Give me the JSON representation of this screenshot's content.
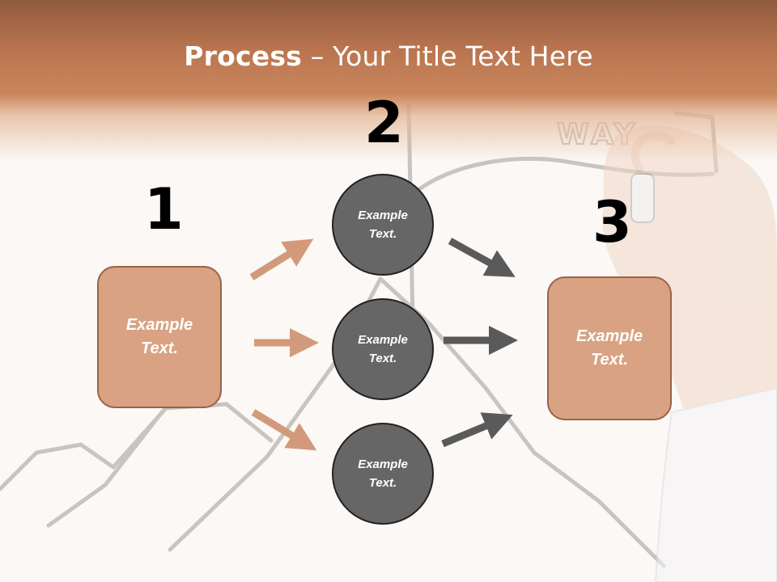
{
  "slide": {
    "title_bold": "Process",
    "title_rest": " – Your Title Text Here",
    "sketch_text": "WAY",
    "steps": [
      {
        "number": "1",
        "box_text": [
          "Example",
          "Text."
        ]
      },
      {
        "number": "2",
        "circles": [
          {
            "text": [
              "Example",
              "Text."
            ]
          },
          {
            "text": [
              "Example",
              "Text."
            ]
          },
          {
            "text": [
              "Example",
              "Text."
            ]
          }
        ]
      },
      {
        "number": "3",
        "box_text": [
          "Example",
          "Text."
        ]
      }
    ]
  },
  "colors": {
    "title_band": "#c27b52",
    "box_fill": "#d9a282",
    "box_border": "#9a6246",
    "circle_fill": "#666666",
    "arrow_left": "#d29a7b",
    "arrow_right": "#5a5a5a",
    "sketch_line": "#c8c4bf"
  }
}
